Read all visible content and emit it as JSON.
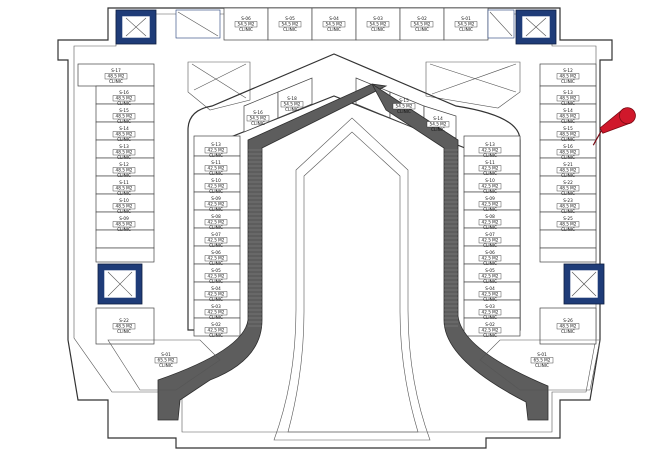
{
  "plan": {
    "rooms": [
      {
        "id": "S-06",
        "area": "54.5 M2",
        "type": "CLINIC"
      },
      {
        "id": "S-05",
        "area": "54.5 M2",
        "type": "CLINIC"
      },
      {
        "id": "S-04",
        "area": "54.5 M2",
        "type": "CLINIC"
      },
      {
        "id": "S-03",
        "area": "54.5 M2",
        "type": "CLINIC"
      },
      {
        "id": "S-02",
        "area": "54.5 M2",
        "type": "CLINIC"
      },
      {
        "id": "S-01",
        "area": "54.5 M2",
        "type": "CLINIC"
      },
      {
        "id": "S-17",
        "area": "48.5 M2",
        "type": "CLINIC"
      },
      {
        "id": "S-16",
        "area": "48.5 M2",
        "type": "CLINIC"
      },
      {
        "id": "S-15",
        "area": "48.5 M2",
        "type": "CLINIC"
      },
      {
        "id": "S-14",
        "area": "48.5 M2",
        "type": "CLINIC"
      },
      {
        "id": "S-13",
        "area": "48.5 M2",
        "type": "CLINIC"
      },
      {
        "id": "S-12",
        "area": "48.5 M2",
        "type": "CLINIC"
      },
      {
        "id": "S-11",
        "area": "48.5 M2",
        "type": "CLINIC"
      },
      {
        "id": "S-10",
        "area": "48.5 M2",
        "type": "CLINIC"
      },
      {
        "id": "S-09",
        "area": "48.5 M2",
        "type": "CLINIC"
      },
      {
        "id": "S-12",
        "area": "48.5 M2",
        "type": "CLINIC"
      },
      {
        "id": "S-13",
        "area": "48.5 M2",
        "type": "CLINIC"
      },
      {
        "id": "S-14",
        "area": "48.5 M2",
        "type": "CLINIC"
      },
      {
        "id": "S-15",
        "area": "48.5 M2",
        "type": "CLINIC"
      },
      {
        "id": "S-16",
        "area": "48.5 M2",
        "type": "CLINIC"
      },
      {
        "id": "S-21",
        "area": "48.5 M2",
        "type": "CLINIC"
      },
      {
        "id": "S-22",
        "area": "48.5 M2",
        "type": "CLINIC"
      },
      {
        "id": "S-23",
        "area": "48.5 M2",
        "type": "CLINIC"
      },
      {
        "id": "S-25",
        "area": "48.5 M2",
        "type": "CLINIC"
      },
      {
        "id": "S-13",
        "area": "42.5 M2",
        "type": "CLINIC"
      },
      {
        "id": "S-11",
        "area": "42.5 M2",
        "type": "CLINIC"
      },
      {
        "id": "S-10",
        "area": "42.5 M2",
        "type": "CLINIC"
      },
      {
        "id": "S-09",
        "area": "42.5 M2",
        "type": "CLINIC"
      },
      {
        "id": "S-08",
        "area": "42.5 M2",
        "type": "CLINIC"
      },
      {
        "id": "S-07",
        "area": "42.5 M2",
        "type": "CLINIC"
      },
      {
        "id": "S-06",
        "area": "42.5 M2",
        "type": "CLINIC"
      },
      {
        "id": "S-05",
        "area": "42.5 M2",
        "type": "CLINIC"
      },
      {
        "id": "S-04",
        "area": "42.5 M2",
        "type": "CLINIC"
      },
      {
        "id": "S-03",
        "area": "42.5 M2",
        "type": "CLINIC"
      },
      {
        "id": "S-02",
        "area": "42.5 M2",
        "type": "CLINIC"
      },
      {
        "id": "S-13",
        "area": "42.5 M2",
        "type": "CLINIC"
      },
      {
        "id": "S-11",
        "area": "42.5 M2",
        "type": "CLINIC"
      },
      {
        "id": "S-10",
        "area": "42.5 M2",
        "type": "CLINIC"
      },
      {
        "id": "S-09",
        "area": "42.5 M2",
        "type": "CLINIC"
      },
      {
        "id": "S-08",
        "area": "42.5 M2",
        "type": "CLINIC"
      },
      {
        "id": "S-07",
        "area": "42.5 M2",
        "type": "CLINIC"
      },
      {
        "id": "S-06",
        "area": "42.5 M2",
        "type": "CLINIC"
      },
      {
        "id": "S-05",
        "area": "42.5 M2",
        "type": "CLINIC"
      },
      {
        "id": "S-04",
        "area": "42.5 M2",
        "type": "CLINIC"
      },
      {
        "id": "S-03",
        "area": "42.5 M2",
        "type": "CLINIC"
      },
      {
        "id": "S-02",
        "area": "42.5 M2",
        "type": "CLINIC"
      },
      {
        "id": "S-16",
        "area": "54.5 M2",
        "type": "CLINIC"
      },
      {
        "id": "S-18",
        "area": "54.5 M2",
        "type": "CLINIC"
      },
      {
        "id": "S-15",
        "area": "54.5 M2",
        "type": "CLINIC"
      },
      {
        "id": "S-14",
        "area": "54.5 M2",
        "type": "CLINIC"
      },
      {
        "id": "S-22",
        "area": "48.5 M2",
        "type": "CLINIC"
      },
      {
        "id": "S-26",
        "area": "48.5 M2",
        "type": "CLINIC"
      },
      {
        "id": "S-01",
        "area": "65.5 M2",
        "type": "CLINIC"
      },
      {
        "id": "S-01",
        "area": "65.5 M2",
        "type": "CLINIC"
      }
    ],
    "colors": {
      "gallery": "#5d5d5d",
      "lift": "#1f3c78",
      "pin": "#d0182b"
    },
    "marker": {
      "icon": "map-pin-icon"
    }
  }
}
